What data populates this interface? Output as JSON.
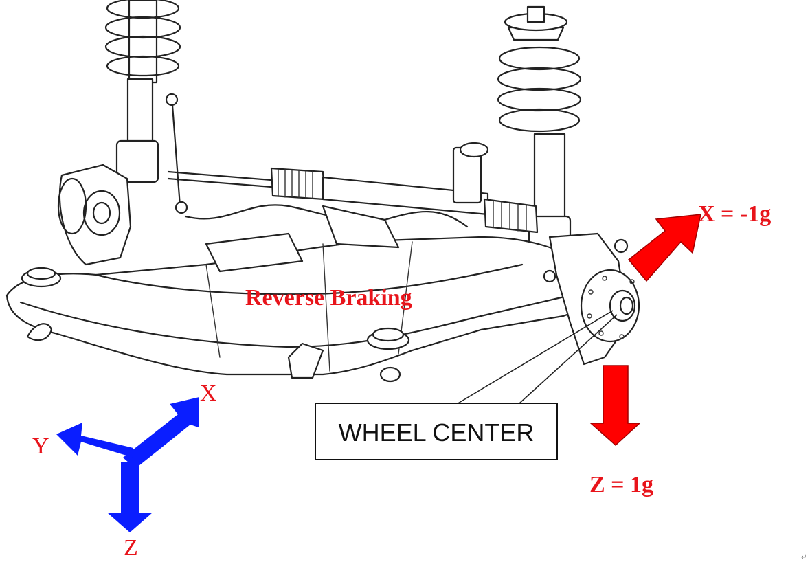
{
  "labels": {
    "title": "Reverse Braking",
    "force_x": "X = -1g",
    "force_z": "Z = 1g",
    "callout": "WHEEL CENTER"
  },
  "axes": {
    "x": "X",
    "y": "Y",
    "z": "Z"
  },
  "colors": {
    "force_arrow": "#ff0000",
    "axis_arrow": "#0a1eff",
    "label": "#e8141b"
  }
}
